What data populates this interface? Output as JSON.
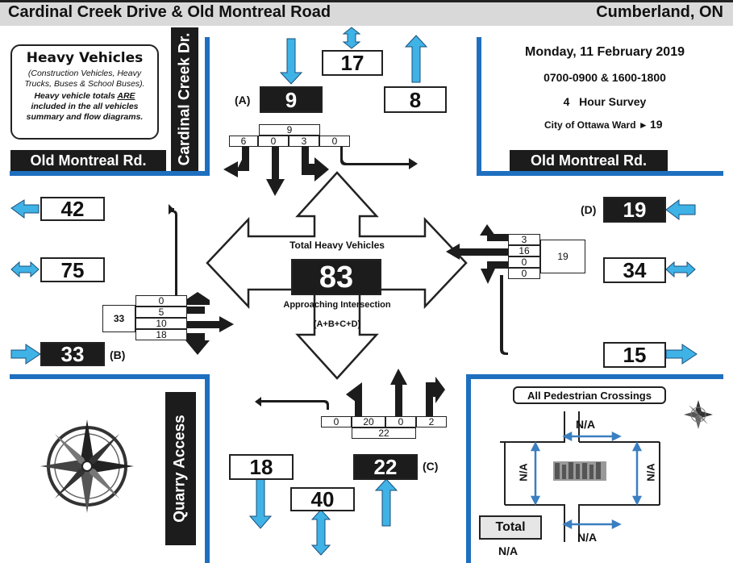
{
  "header": {
    "title": "Cardinal Creek Drive & Old Montreal Road",
    "location": "Cumberland, ON"
  },
  "info": {
    "date": "Monday, 11 February 2019",
    "times": "0700-0900 & 1600-1800",
    "survey": "4   Hour Survey",
    "ward_label": "City of Ottawa Ward ►",
    "ward_value": "19"
  },
  "heavy_vehicles": {
    "title": "Heavy Vehicles",
    "description": "(Construction Vehicles, Heavy Trucks, Buses & School Buses).",
    "note_pre": "Heavy vehicle totals ",
    "note_emph": "ARE",
    "note_post": " included in the all vehicles summary and flow diagrams."
  },
  "streets": {
    "nw_horizontal": "Old Montreal Rd.",
    "nw_vertical": "Cardinal Creek Dr.",
    "ne_horizontal": "Old Montreal Rd.",
    "sw_vertical": "Quarry Access"
  },
  "north": {
    "label": "(A)",
    "approach": "9",
    "total": "17",
    "depart": "8",
    "approach_total_cell": "9",
    "movements": [
      "6",
      "0",
      "3",
      "0"
    ]
  },
  "west": {
    "label": "(B)",
    "depart": "42",
    "total": "75",
    "approach": "33",
    "approach_total_cell": "33",
    "movements": [
      "0",
      "5",
      "10",
      "18"
    ]
  },
  "east": {
    "label": "(D)",
    "approach": "19",
    "total": "34",
    "depart": "15",
    "approach_total_cell": "19",
    "movements": [
      "3",
      "16",
      "0",
      "0"
    ]
  },
  "south": {
    "label": "(C)",
    "approach": "22",
    "total": "40",
    "depart": "18",
    "approach_total_cell": "22",
    "movements": [
      "0",
      "20",
      "0",
      "2"
    ]
  },
  "center": {
    "title": "Total Heavy Vehicles",
    "value": "83",
    "subtitle": "Approaching Intersection",
    "formula": "(A+B+C+D)"
  },
  "pedestrian": {
    "title": "All Pedestrian Crossings",
    "north": "N/A",
    "west": "N/A",
    "east": "N/A",
    "south": "N/A",
    "total_label": "Total",
    "total_value": "N/A"
  },
  "colors": {
    "accent_blue": "#1f6fbf",
    "arrow_blue": "#3fb2e6",
    "dark": "#1c1c1c"
  }
}
